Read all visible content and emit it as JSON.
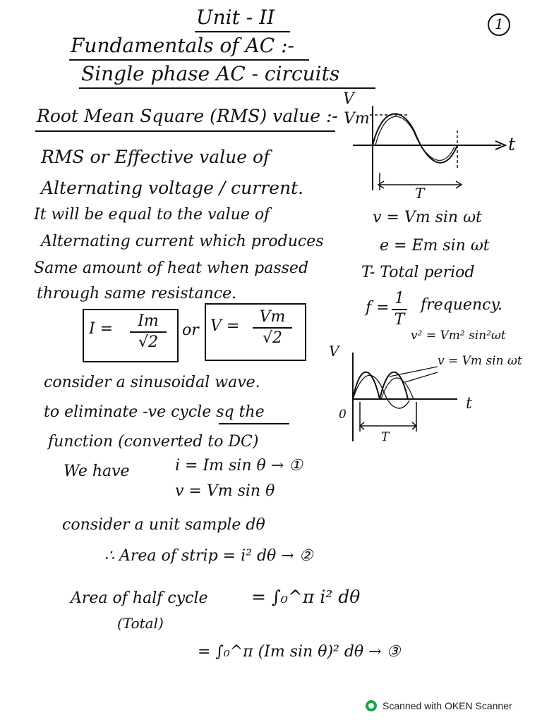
{
  "header": {
    "unit_title": "Unit - II",
    "page_number": "1",
    "topic_line1": "Fundamentals of AC :-",
    "topic_line2": "Single phase AC - circuits"
  },
  "section_rms": {
    "heading": "Root Mean Square (RMS) value :-",
    "line1": "RMS or Effective value of",
    "line2": "Alternating voltage / current.",
    "line3": "It will be equal to the value of",
    "line4": "Alternating current which produces",
    "line5": "Same amount of heat when passed",
    "line6": "through same resistance.",
    "formula_I_lhs": "I =",
    "formula_I_num": "Im",
    "formula_I_den": "√2",
    "formula_or": "or",
    "formula_V_lhs": "V =",
    "formula_V_num": "Vm",
    "formula_V_den": "√2"
  },
  "graph1": {
    "y_label": "V",
    "peak_label": "Vm",
    "x_label": "t",
    "period_label": "T"
  },
  "right_notes": {
    "v_eq": "v = Vm sin ωt",
    "e_eq": "e = Em sin ωt",
    "period_note": "T- Total period",
    "freq_lhs": "f =",
    "freq_num": "1",
    "freq_den": "T",
    "freq_text": "frequency."
  },
  "graph2": {
    "y_label": "V",
    "origin_label": "0",
    "x_label": "t",
    "period_label": "T",
    "curve_label_sq": "v² = Vm² sin²ωt",
    "curve_label_v": "v = Vm sin ωt"
  },
  "section_sin": {
    "line1": "consider a sinusoidal wave.",
    "line2": "to eliminate -ve cycle sq the",
    "line3": "function (converted to DC)",
    "we_have": "We have",
    "eq1": "i = Im sin θ  → ①",
    "eq2": "v = Vm sin θ"
  },
  "section_area": {
    "line1": "consider a unit sample dθ",
    "line2": "∴  Area of strip = i² dθ  → ②",
    "half_cycle_label": "Area of half cycle",
    "total_label": "(Total)",
    "integral1": "= ∫₀^π i² dθ",
    "integral2": "= ∫₀^π (Im sin θ)² dθ  → ③"
  },
  "footer": {
    "scanner_text": "Scanned with OKEN Scanner",
    "logo_color": "#1aa34a"
  }
}
